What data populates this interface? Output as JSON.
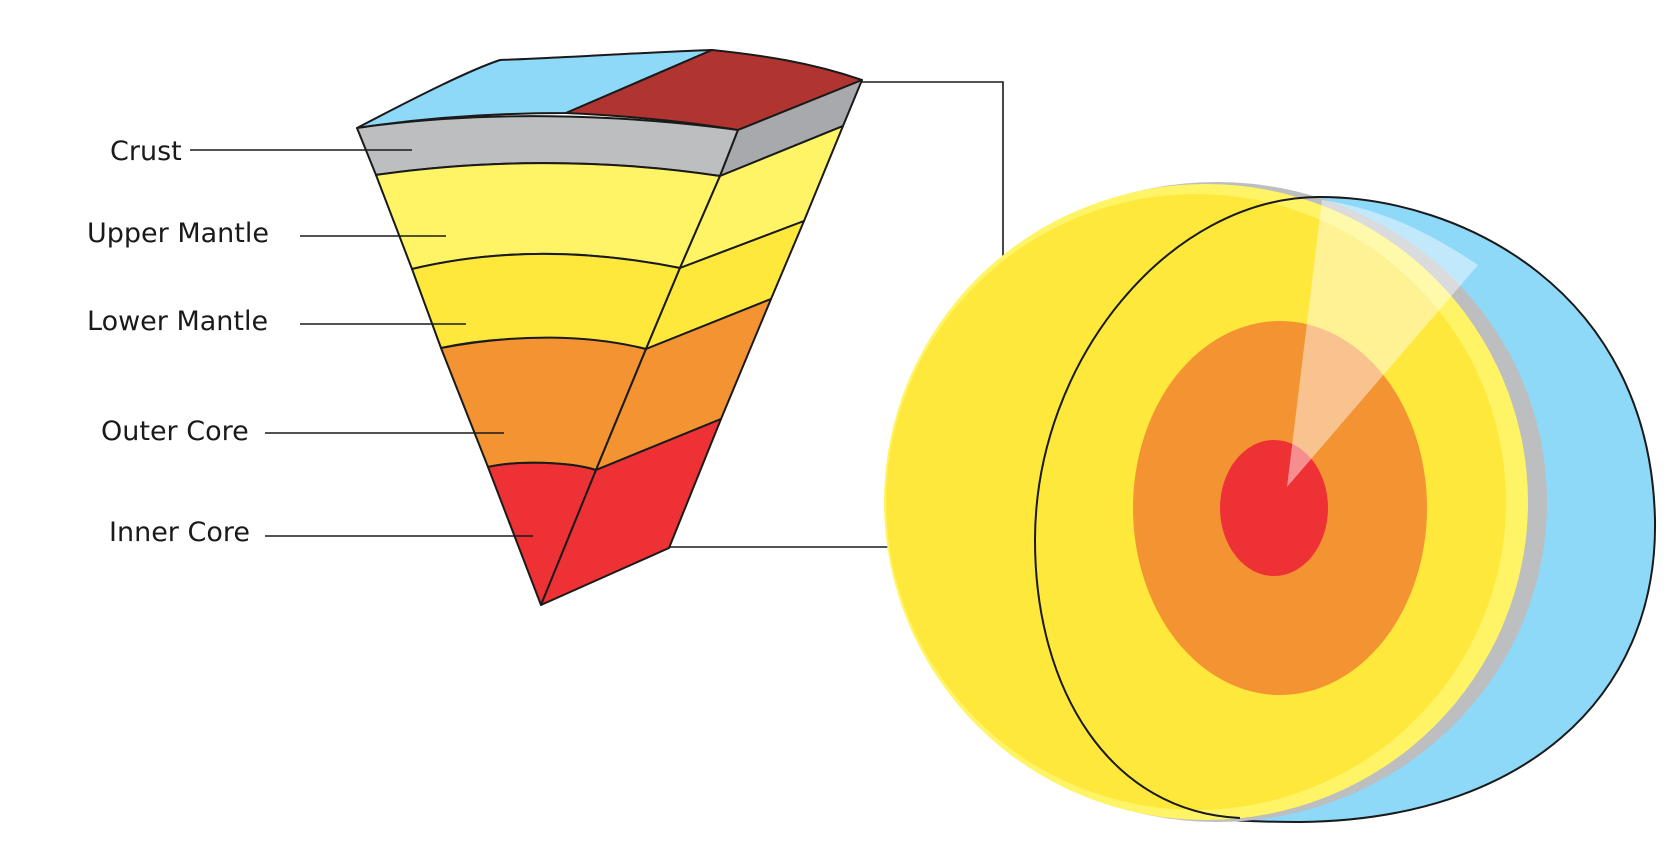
{
  "labels": {
    "crust": "Crust",
    "upper_mantle": "Upper Mantle",
    "lower_mantle": "Lower Mantle",
    "outer_core": "Outer Core",
    "inner_core": "Inner Core"
  },
  "colors": {
    "ocean": "#8ed8f8",
    "land": "#b03530",
    "crust": "#bcbec0",
    "upper_mantle": "#fff466",
    "lower_mantle": "#ffe83c",
    "outer_core": "#f39332",
    "inner_core": "#ee3134",
    "outline": "#1a1a1a"
  }
}
